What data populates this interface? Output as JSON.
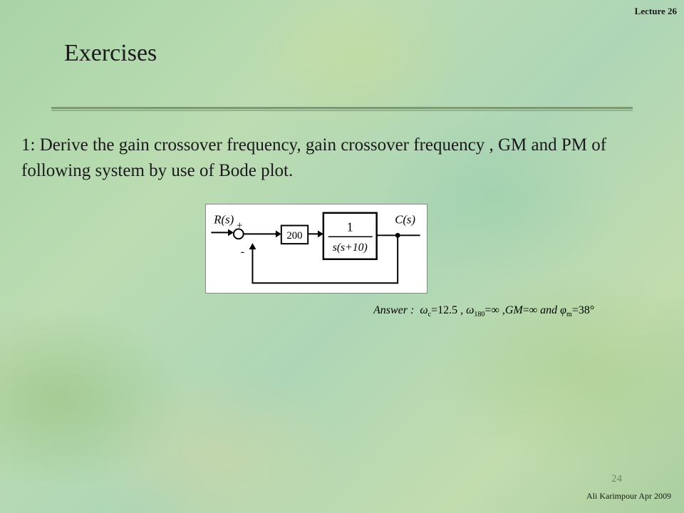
{
  "slide": {
    "header": "Lecture 26",
    "title": "Exercises",
    "question": "1: Derive the gain crossover frequency, gain crossover frequency , GM and PM of following system by use of Bode plot.",
    "page_number": "24",
    "footer": "Ali Karimpour Apr 2009"
  },
  "diagram": {
    "input_label": "R(s)",
    "output_label": "C(s)",
    "plus_sign": "+",
    "minus_sign": "-",
    "gain_block": "200",
    "plant_numerator": "1",
    "plant_denominator": "s(s+10)"
  },
  "answer": {
    "prefix": "Answer :",
    "wc_value": "12.5",
    "w180_value": "∞",
    "gm_value": "∞",
    "and_text": "and",
    "pm_value": "38°"
  }
}
